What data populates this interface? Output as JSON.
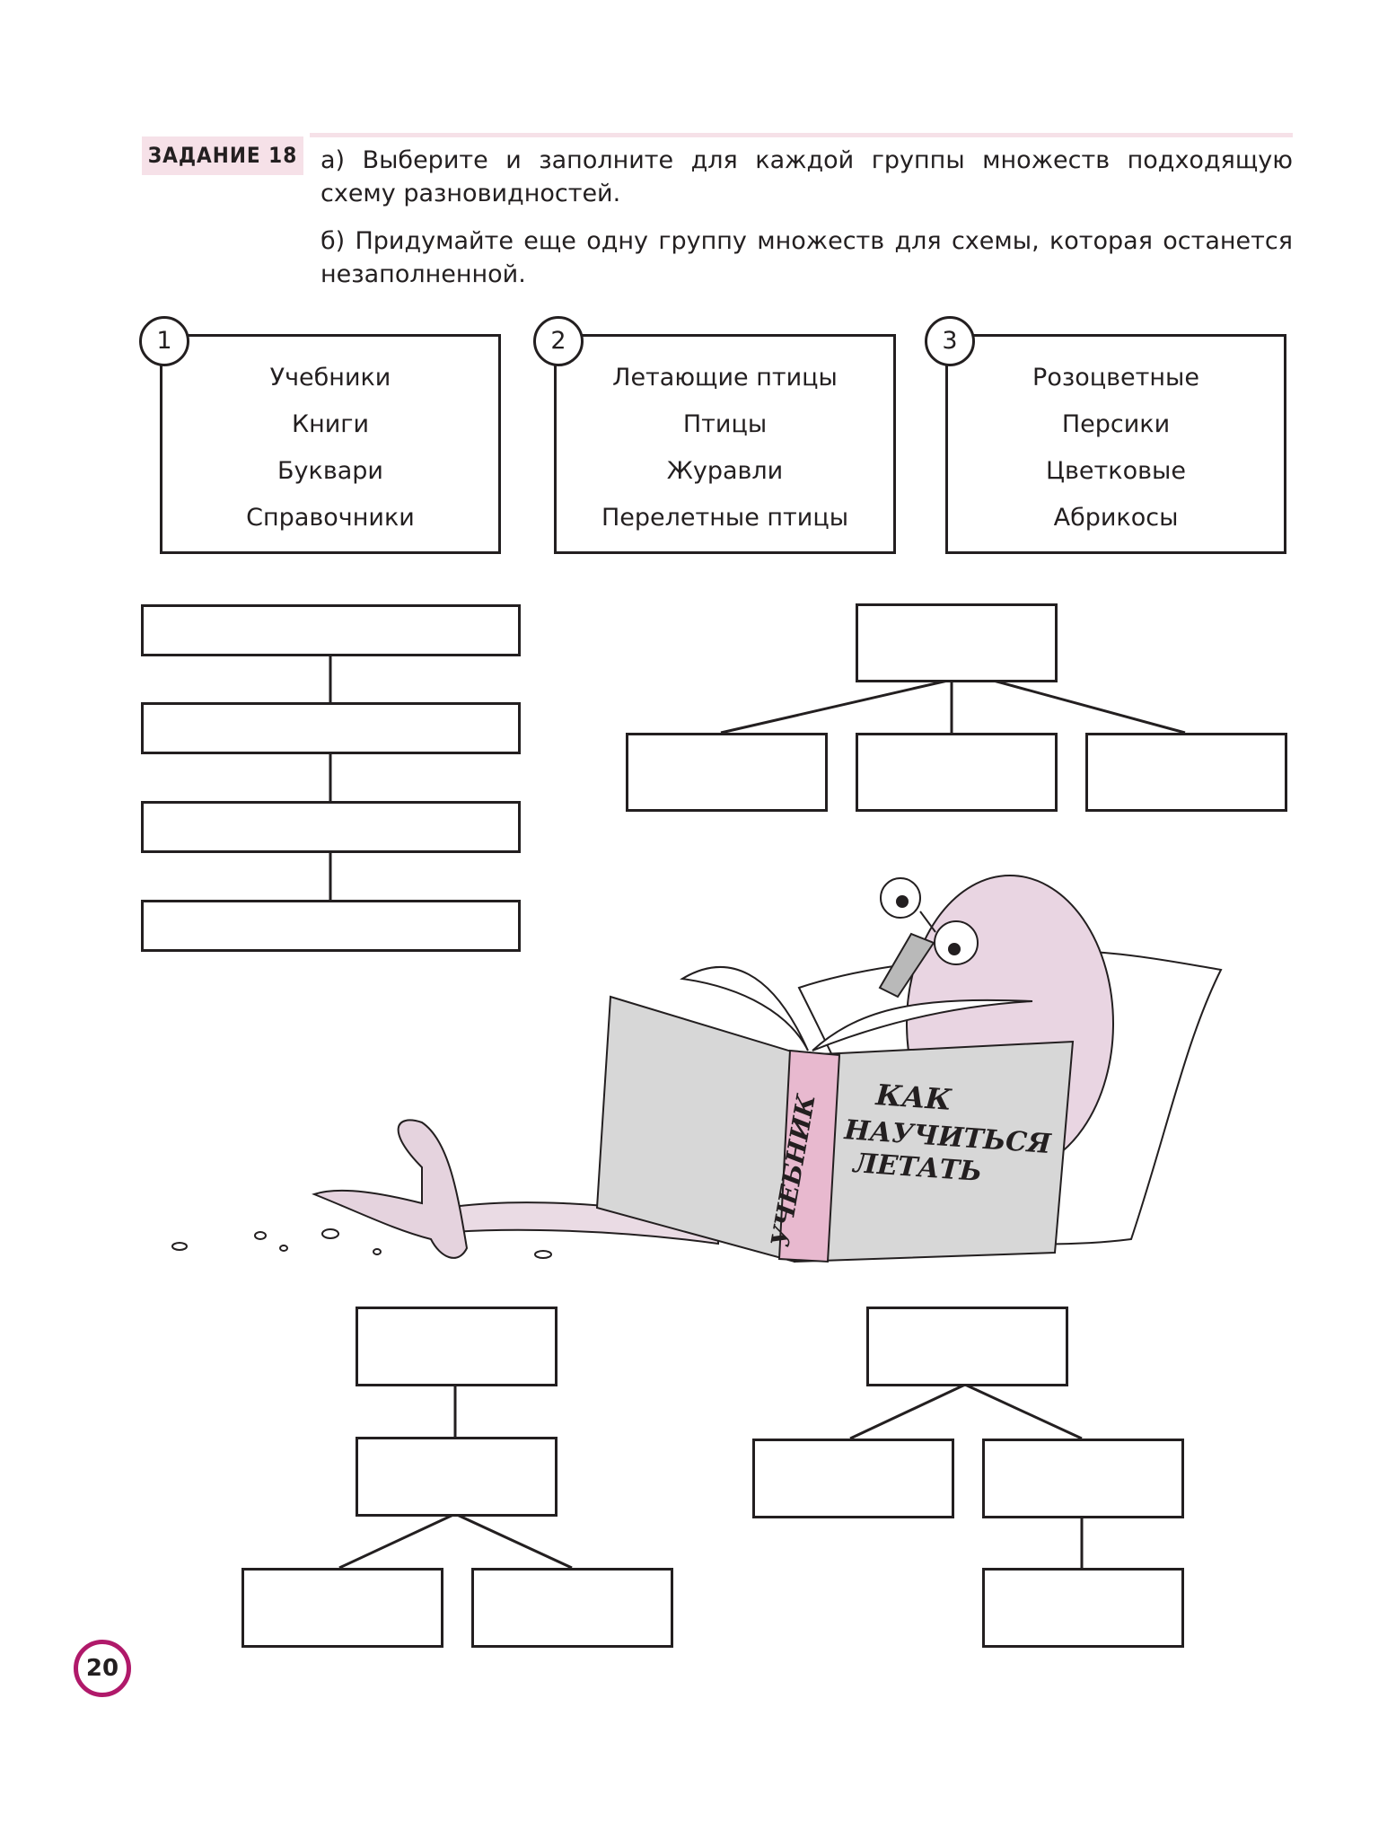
{
  "task": {
    "label": "ЗАДАНИЕ 18",
    "instruction_a": "а) Выберите и заполните для каждой группы множеств подходящую схему разновидностей.",
    "instruction_b": "б) Придумайте еще одну группу множеств для схемы, которая останется незаполненной."
  },
  "groups": [
    {
      "number": "1",
      "items": [
        "Учебники",
        "Книги",
        "Буквари",
        "Справочники"
      ]
    },
    {
      "number": "2",
      "items": [
        "Летающие птицы",
        "Птицы",
        "Журавли",
        "Перелетные птицы"
      ]
    },
    {
      "number": "3",
      "items": [
        "Розоцветные",
        "Персики",
        "Цветковые",
        "Абрикосы"
      ]
    }
  ],
  "illustration": {
    "book_cover_title": "КАК НАУЧИТЬСЯ ЛЕТАТЬ",
    "book_spine": "УЧЕБНИК"
  },
  "page_number": "20",
  "colors": {
    "accent": "#b0196a",
    "label_bg": "#f6e1e8",
    "ink": "#231f20"
  }
}
